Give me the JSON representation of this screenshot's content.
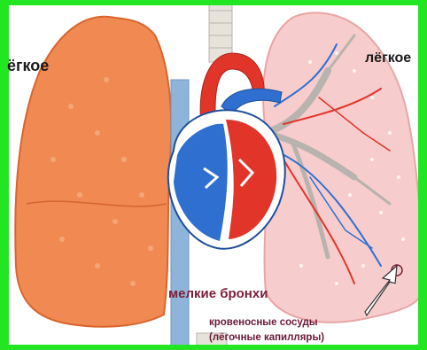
{
  "labels": {
    "left_lung": "ёгкое",
    "right_lung": "лёгкое",
    "small_bronchi": "мелкие бронхи",
    "vessels_line1": "кровеносные сосуды",
    "vessels_line2": "(лёгочные капилляры)"
  },
  "colors": {
    "border": "#22e622",
    "left_lung": "#f08a52",
    "left_lung_dark": "#d9652b",
    "right_lung": "#f7cccc",
    "right_lung_edge": "#e9a5a5",
    "heart_red": "#e2352a",
    "heart_blue": "#2f6fcf",
    "bronchi_gray": "#b8b3ae",
    "text": "#1a1a1a",
    "bronchi_text": "#7a1f3a",
    "vessels_text": "#6a1a3a"
  }
}
